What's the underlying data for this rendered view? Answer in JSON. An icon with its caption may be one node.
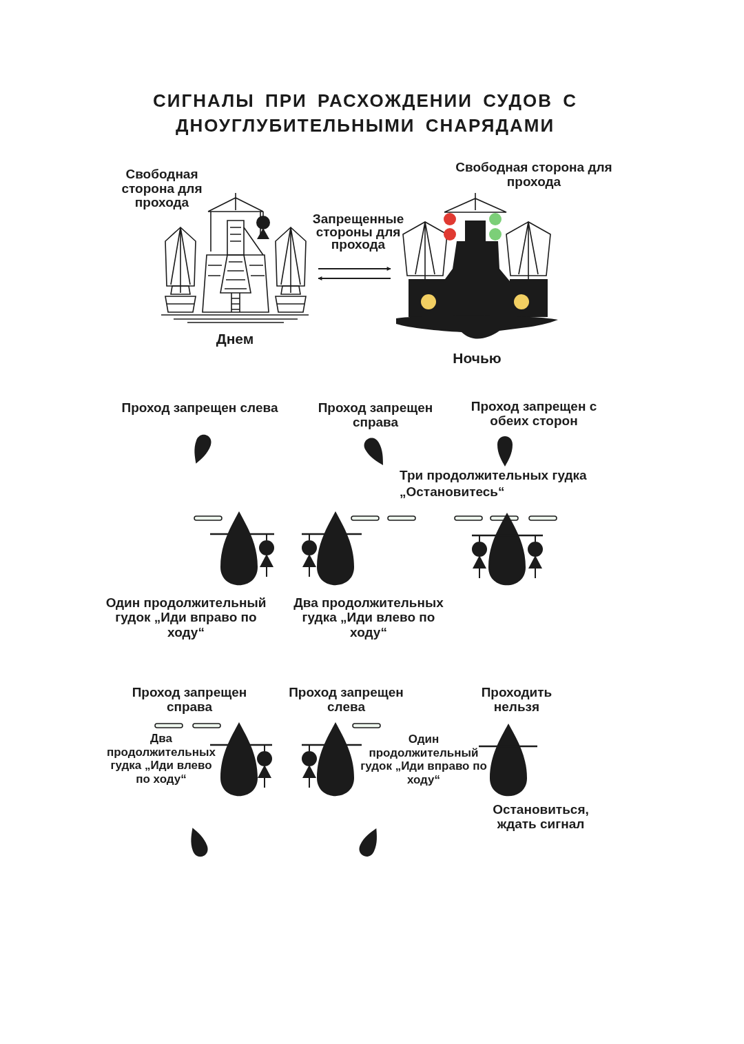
{
  "diagram": {
    "title": "СИГНАЛЫ ПРИ РАСХОЖДЕНИИ СУДОВ С ДНОУГЛУБИТЕЛЬНЫМИ СНАРЯДАМИ",
    "nodes": [
      {
        "text": [],
        "shape": "picture",
        "beside": [
          "Днем"
        ]
      },
      {
        "text": [],
        "shape": "picture",
        "beside": [
          "Ночью"
        ]
      }
    ],
    "edges": [
      {
        "from": 0,
        "to": 1,
        "arrow": "to"
      },
      {
        "from": 1,
        "to": 0,
        "arrow": "to"
      }
    ],
    "labels": [
      "Свободная сторона для прохода",
      "Свободная сторона для прохода",
      "Запрещенные стороны для прохода",
      "Проход запрещен слева",
      "Проход запрещен справа",
      "Проход запрещен с обеих сторон",
      "Три продолжительных гудка „Остановитесь“",
      "Один продолжительный гудок „Иди вправо по ходу“",
      "Два продолжительных гудка „Иди влево по ходу“",
      "Проход запрещен справа",
      "Проход запрещен слева",
      "Проходить нельзя",
      "Два продолжительных гудка „Иди влево по ходу“",
      "Один продолжительный гудок „Иди вправо по ходу“",
      "Остановиться, ждать сигнал"
    ]
  }
}
